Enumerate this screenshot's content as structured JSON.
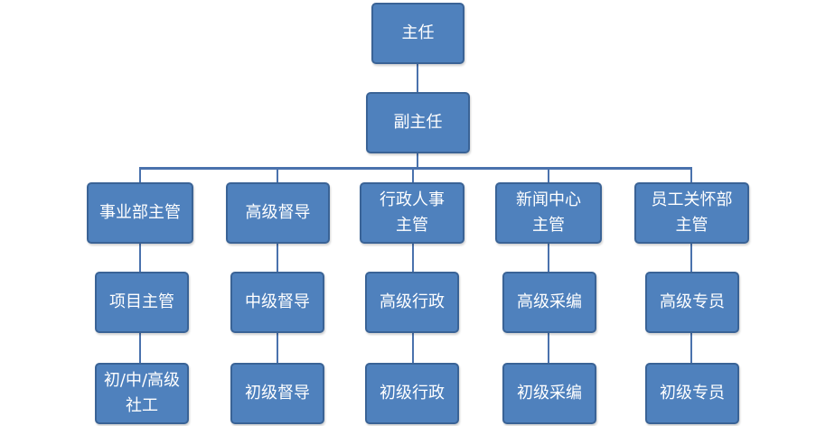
{
  "diagram": {
    "colors": {
      "node_fill": "#4f81bd",
      "node_border": "#3a6396",
      "connector": "#4a72ad",
      "text": "#ffffff"
    },
    "director": {
      "lines": [
        "主任"
      ]
    },
    "deputy_director": {
      "lines": [
        "副主任"
      ]
    },
    "departments": [
      {
        "head": [
          "事业部主管"
        ],
        "mid": [
          "项目主管"
        ],
        "low": [
          "初/中/高级",
          "社工"
        ]
      },
      {
        "head": [
          "高级督导"
        ],
        "mid": [
          "中级督导"
        ],
        "low": [
          "初级督导"
        ]
      },
      {
        "head": [
          "行政人事",
          "主管"
        ],
        "mid": [
          "高级行政"
        ],
        "low": [
          "初级行政"
        ]
      },
      {
        "head": [
          "新闻中心",
          "主管"
        ],
        "mid": [
          "高级采编"
        ],
        "low": [
          "初级采编"
        ]
      },
      {
        "head": [
          "员工关怀部",
          "主管"
        ],
        "mid": [
          "高级专员"
        ],
        "low": [
          "初级专员"
        ]
      }
    ]
  }
}
